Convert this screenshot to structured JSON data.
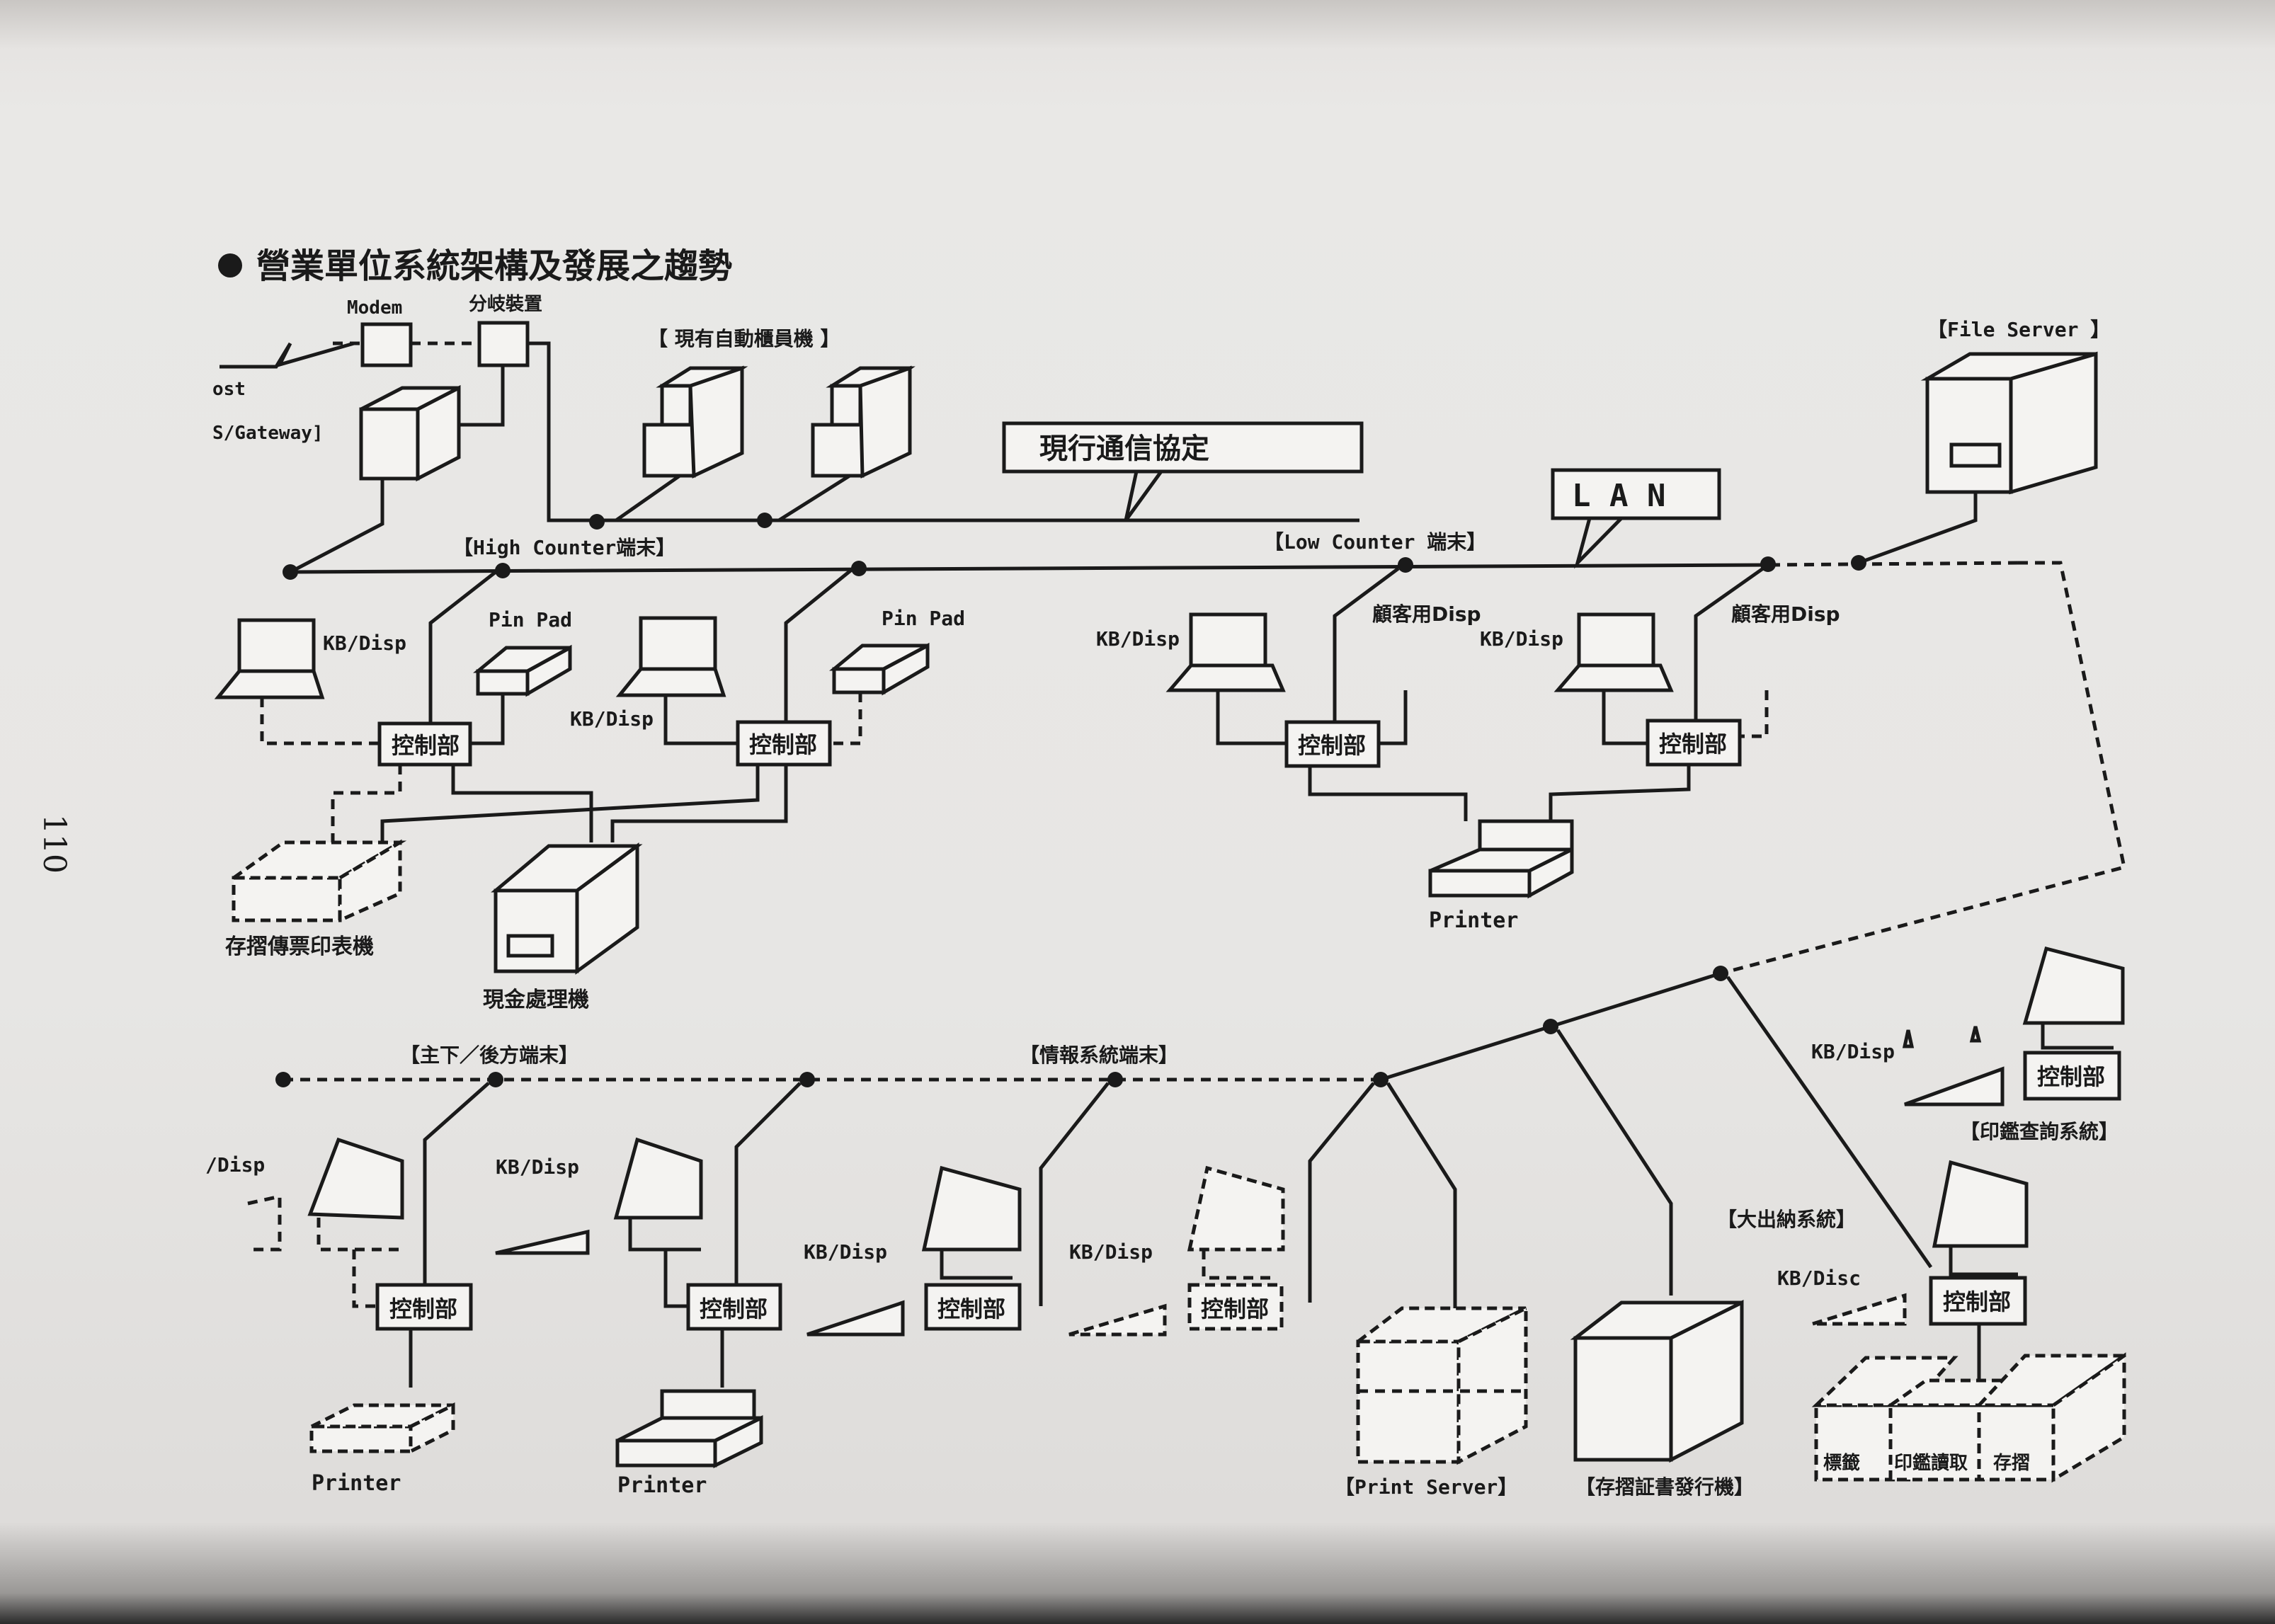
{
  "page_number": "110",
  "title": "營業單位系統架構及發展之趨勢",
  "labels": {
    "modem": "Modem",
    "branch_exchange": "分岐裝置",
    "host": "ost",
    "gateway": "S/Gateway]",
    "atm_current": "【  現有自動櫃員機  】",
    "current_protocol": "現行通信協定",
    "lan": "L A N",
    "file_server": "【File Server 】",
    "high_counter": "【High Counter端末】",
    "low_counter": "【Low Counter 端末】",
    "kb_disp": "KB/Disp",
    "pin_pad": "Pin Pad",
    "customer_disp": "顧客用Disp",
    "controller": "控制部",
    "passbook_printer": "存摺傳票印表機",
    "cash_machine": "現金處理機",
    "printer": "Printer",
    "front_back_terminal": "【主下／後方端末】",
    "info_terminal": "【情報系統端末】",
    "print_query": "【印鑑查詢系統】",
    "big_teller": "【大出納系統】",
    "print_server": "【Print Server】",
    "passbook_issuer": "【存摺証書發行機】",
    "disp_partial": "/Disp",
    "kb_disp_partial": "KB/Disc",
    "seal_left": "標籤",
    "seal_mid": "印鑑讀取",
    "seal_right": "存摺"
  }
}
